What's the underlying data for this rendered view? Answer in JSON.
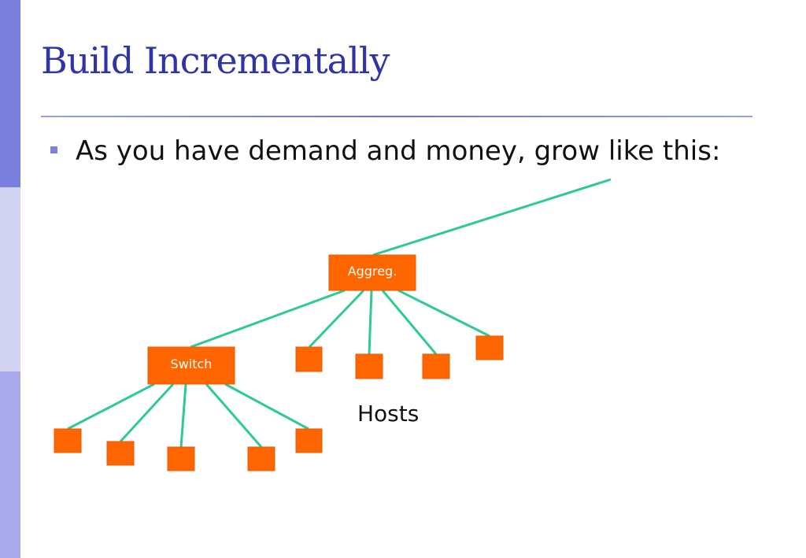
{
  "slide": {
    "title": "Build Incrementally",
    "bullet": "As you have demand and money, grow like this:"
  },
  "diagram": {
    "nodes": {
      "aggreg_label": "Aggreg.",
      "switch_label": "Switch"
    },
    "hosts_label": "Hosts"
  },
  "colors": {
    "node_fill": "#ff6600",
    "node_border": "#e55a00",
    "link": "#2fc89a",
    "title": "#2f35a6",
    "accent_bar": "#7b7fdc"
  }
}
